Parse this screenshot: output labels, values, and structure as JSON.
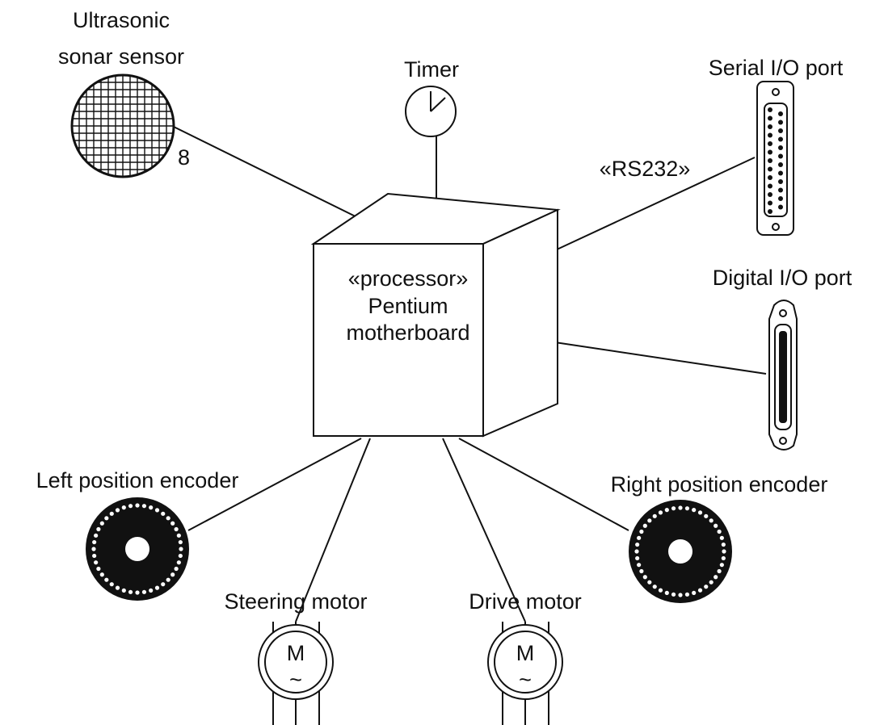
{
  "diagram": {
    "labels": {
      "sonar_line1": "Ultrasonic",
      "sonar_line2": "sonar sensor",
      "sonar_count": "8",
      "timer": "Timer",
      "serial_port": "Serial I/O port",
      "rs232": "«RS232»",
      "digital_port": "Digital I/O port",
      "processor_stereotype": "«processor»",
      "processor_name_line1": "Pentium",
      "processor_name_line2": "motherboard",
      "left_encoder": "Left position encoder",
      "right_encoder": "Right position encoder",
      "steering_motor": "Steering motor",
      "drive_motor": "Drive motor",
      "motor_symbol": "M",
      "motor_ac": "~"
    },
    "colors": {
      "ink": "#111111",
      "background": "#ffffff"
    }
  }
}
